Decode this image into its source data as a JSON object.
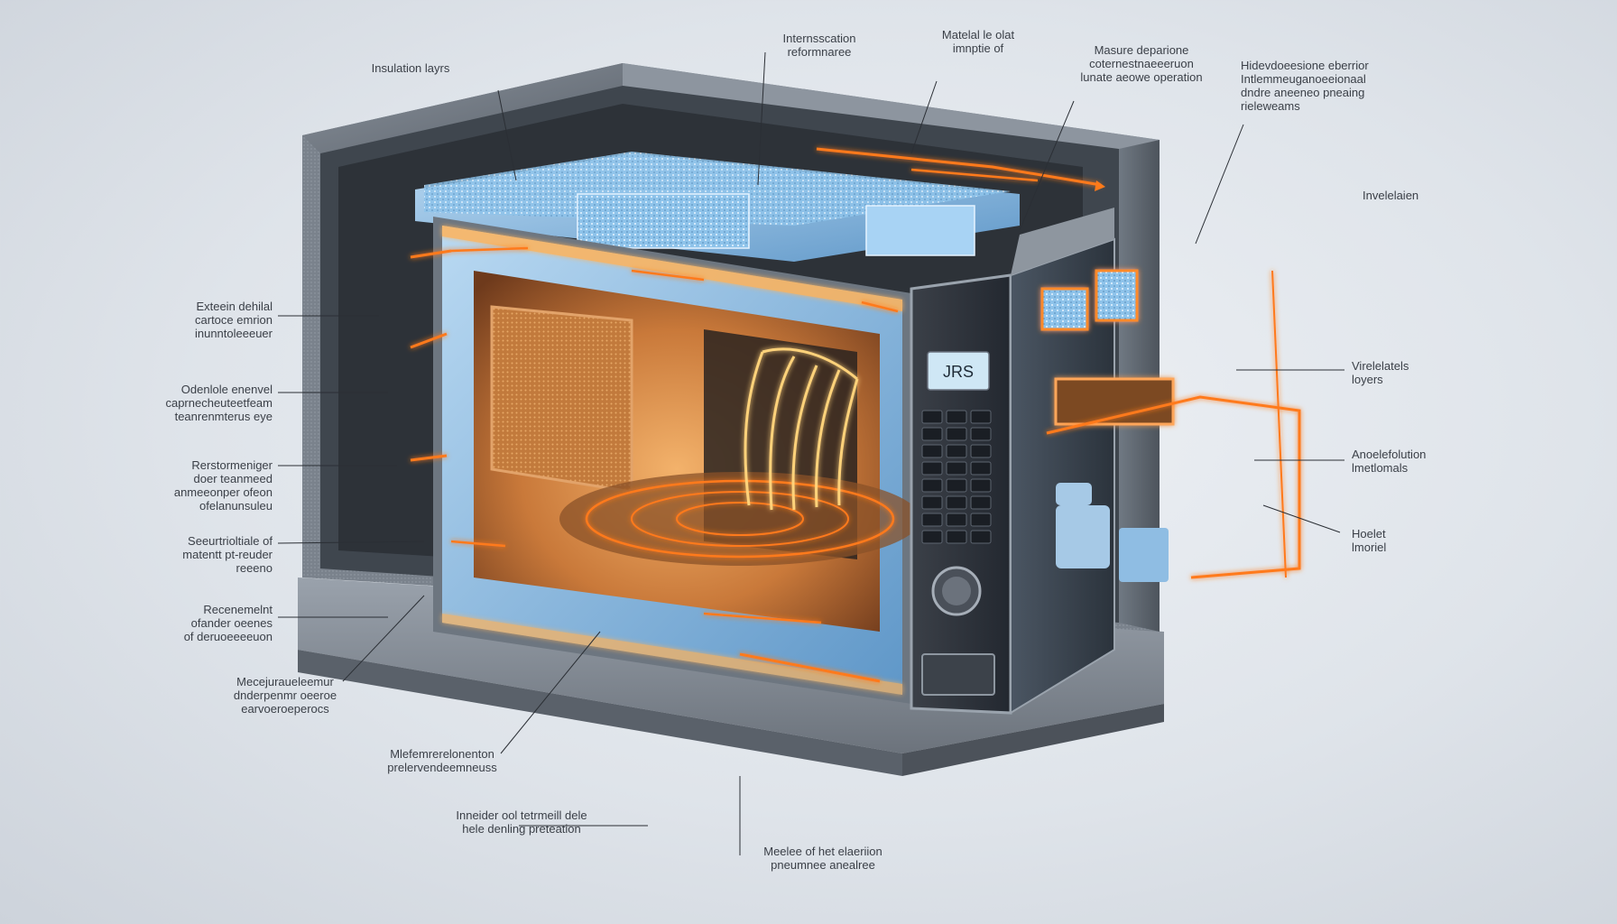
{
  "display": {
    "readout": "JRS"
  },
  "labels": [
    {
      "id": "insulation-layers-top-left",
      "lines": [
        "Insulation layrs"
      ]
    },
    {
      "id": "internal-reflector-top",
      "lines": [
        "Internsscation",
        "reformnaree"
      ]
    },
    {
      "id": "material-top",
      "lines": [
        "Matelal le olat",
        "imnptie of"
      ]
    },
    {
      "id": "moisture-top",
      "lines": [
        "Masure deparione",
        "coternestnaeeeruon",
        "lunate aeowe operation"
      ]
    },
    {
      "id": "electronics-top-right",
      "lines": [
        "Hidevdoeesione eberrior",
        "Intlemmeuganoeeionaal",
        "dndre aneeneo pneaing",
        "rieleweams"
      ]
    },
    {
      "id": "insulation-right",
      "lines": [
        "Invelelaien"
      ]
    },
    {
      "id": "vibration-layers",
      "lines": [
        "Virelelatels",
        "loyers"
      ]
    },
    {
      "id": "acceleration-materials",
      "lines": [
        "Anoelefolution",
        "lmetlomals"
      ]
    },
    {
      "id": "heater-material",
      "lines": [
        "Hoelet",
        "lmoriel"
      ]
    },
    {
      "id": "exterior-left-1",
      "lines": [
        "Exteein dehilal",
        "cartoce emrion",
        "inunntoleeeuer"
      ]
    },
    {
      "id": "exterior-left-2",
      "lines": [
        "Odenlole enenvel",
        "caprnecheuteetfeam",
        "teanrenmterus eye"
      ]
    },
    {
      "id": "exterior-left-3",
      "lines": [
        "Rerstormeniger",
        "doer teanmeed",
        "anmeeonper ofeon",
        "ofelanunsuleu"
      ]
    },
    {
      "id": "exterior-left-4",
      "lines": [
        "Seeurtrioltiale of",
        "matentt pt-reuder",
        "reeeno"
      ]
    },
    {
      "id": "exterior-left-5",
      "lines": [
        "Recenemelnt",
        "ofander oeenes",
        "of deruoeeeeuon"
      ]
    },
    {
      "id": "bottom-left-1",
      "lines": [
        "Mecejuraueleemur",
        "dnderpenmr oeeroe",
        "earvoeroeperocs"
      ]
    },
    {
      "id": "bottom-left-2",
      "lines": [
        "Mlefemrerelonenton",
        "prelervendeemneuss"
      ]
    },
    {
      "id": "bottom-left-3",
      "lines": [
        "Inneider ool tetrmeill dele",
        "hele denling preteation"
      ]
    },
    {
      "id": "bottom-center",
      "lines": [
        "Meelee of het elaeriion",
        "pneumnee anealree"
      ]
    }
  ],
  "colors": {
    "heat": "#ff7a1a",
    "insulation": "#7fb4e0",
    "casing": "#6f7782",
    "display": "#cfe7f5"
  }
}
